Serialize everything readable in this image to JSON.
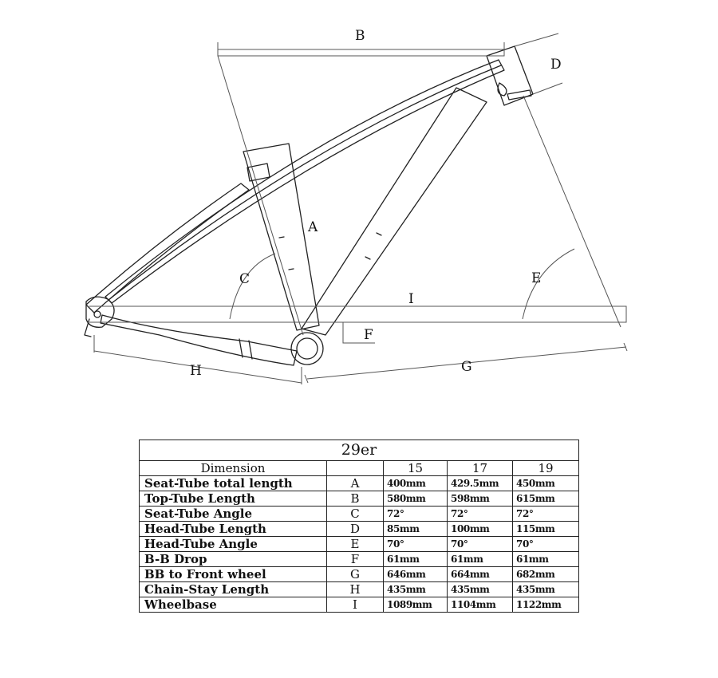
{
  "diagram": {
    "dimension_labels": {
      "A": "A",
      "B": "B",
      "C": "C",
      "D": "D",
      "E": "E",
      "F": "F",
      "G": "G",
      "H": "H",
      "I": "I"
    }
  },
  "table": {
    "title": "29er",
    "header": {
      "dimension": "Dimension",
      "code": "",
      "sizes": [
        "15",
        "17",
        "19"
      ]
    },
    "rows": [
      {
        "dimension": "Seat-Tube total length",
        "code": "A",
        "values": [
          "400mm",
          "429.5mm",
          "450mm"
        ]
      },
      {
        "dimension": "Top-Tube Length",
        "code": "B",
        "values": [
          "580mm",
          "598mm",
          "615mm"
        ]
      },
      {
        "dimension": "Seat-Tube Angle",
        "code": "C",
        "values": [
          "72°",
          "72°",
          "72°"
        ]
      },
      {
        "dimension": "Head-Tube Length",
        "code": "D",
        "values": [
          "85mm",
          "100mm",
          "115mm"
        ]
      },
      {
        "dimension": "Head-Tube Angle",
        "code": "E",
        "values": [
          "70°",
          "70°",
          "70°"
        ]
      },
      {
        "dimension": "B-B Drop",
        "code": "F",
        "values": [
          "61mm",
          "61mm",
          "61mm"
        ]
      },
      {
        "dimension": "BB to Front wheel",
        "code": "G",
        "values": [
          "646mm",
          "664mm",
          "682mm"
        ]
      },
      {
        "dimension": "Chain-Stay Length",
        "code": "H",
        "values": [
          "435mm",
          "435mm",
          "435mm"
        ]
      },
      {
        "dimension": "Wheelbase",
        "code": "I",
        "values": [
          "1089mm",
          "1104mm",
          "1122mm"
        ]
      }
    ]
  }
}
